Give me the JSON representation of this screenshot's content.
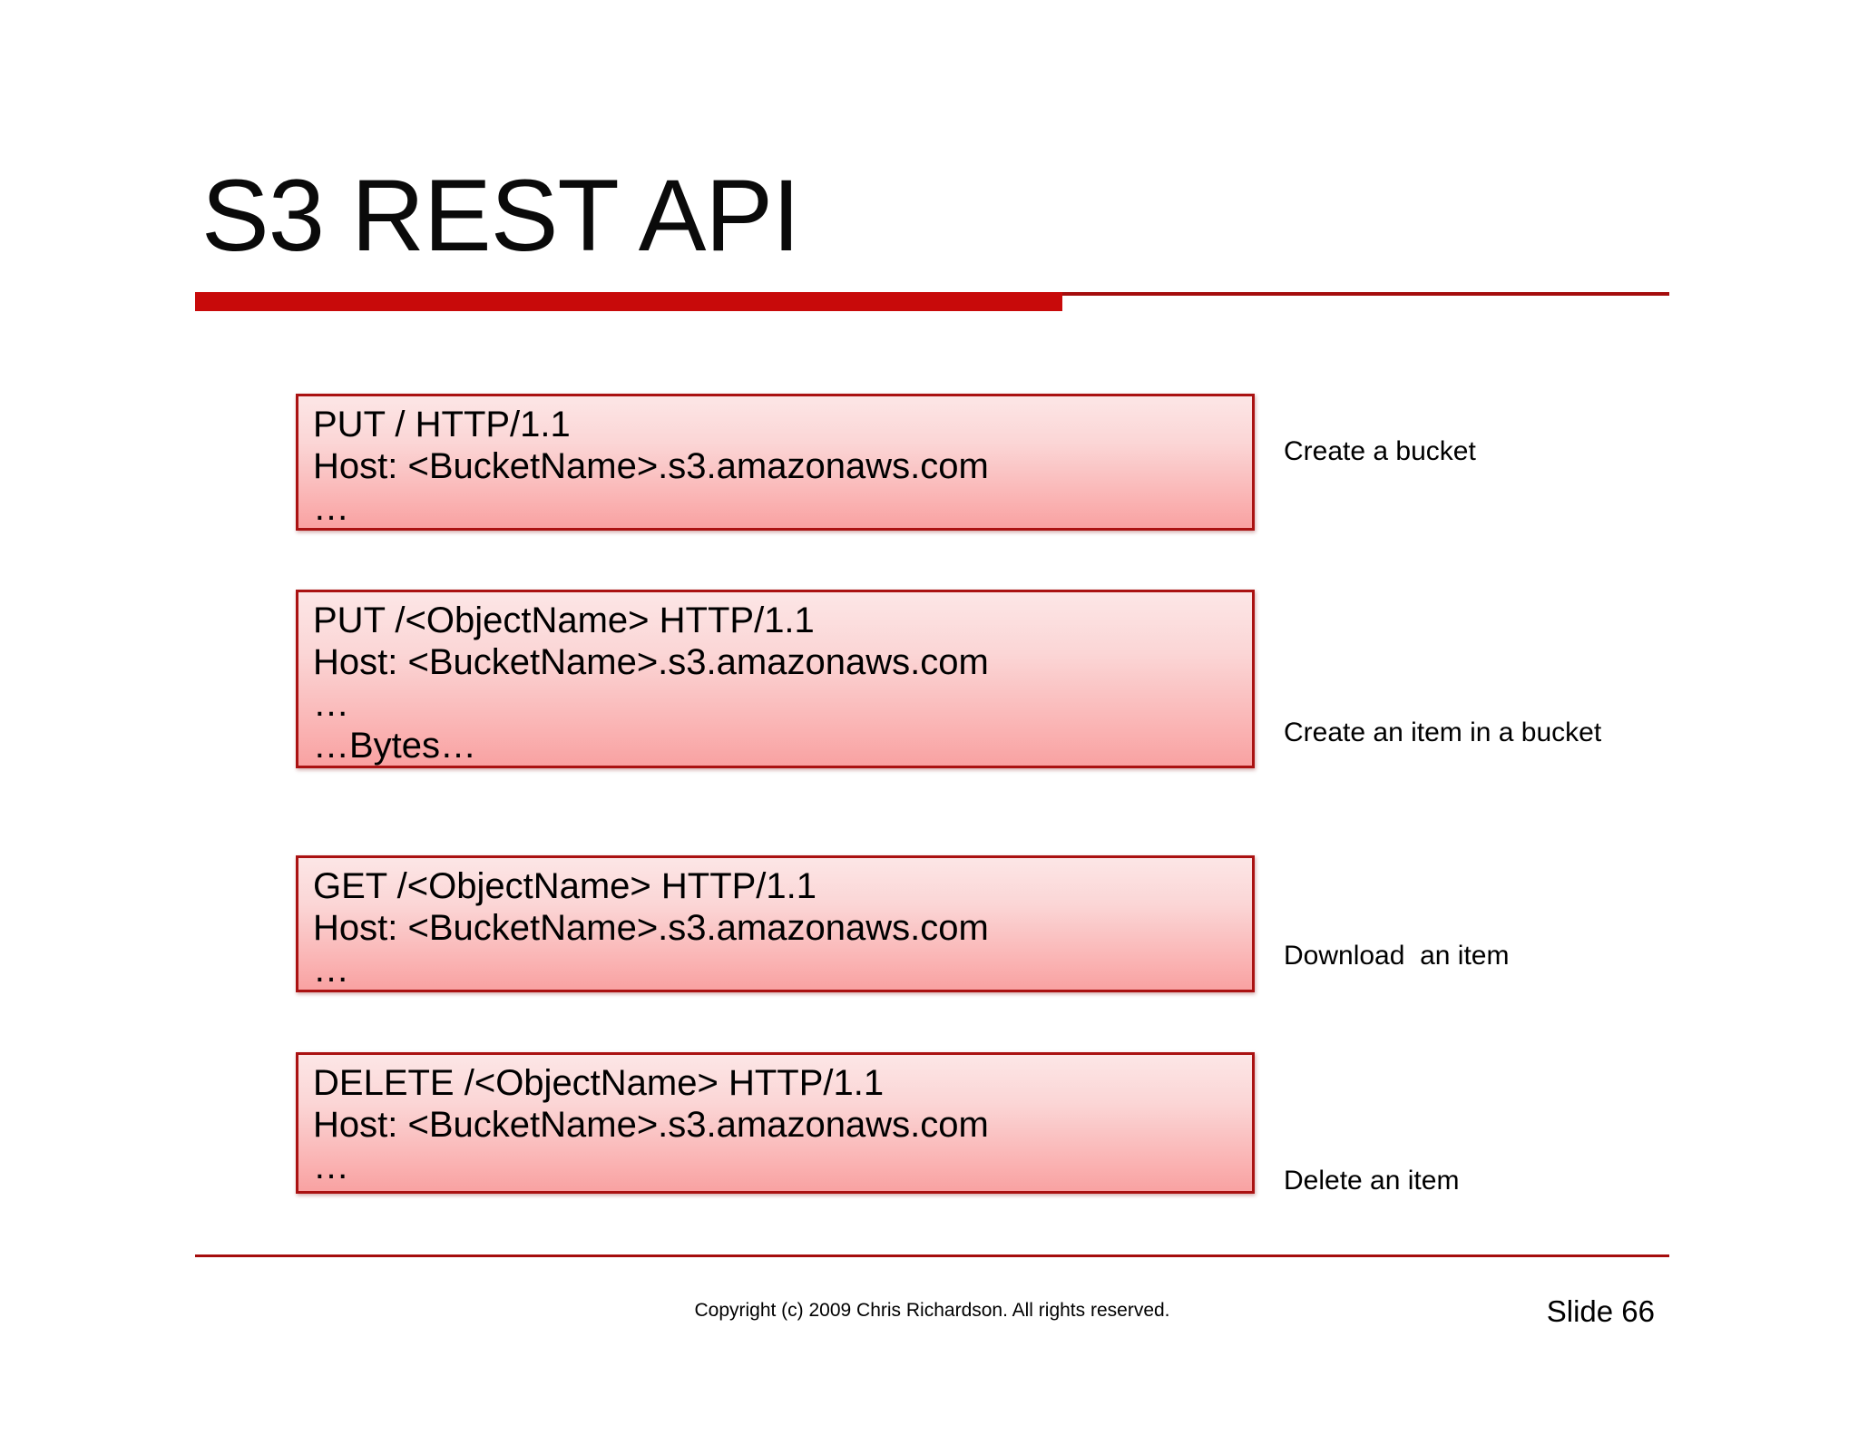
{
  "slide": {
    "title": "S3 REST API",
    "requests": [
      {
        "code": "PUT / HTTP/1.1\nHost: <BucketName>.s3.amazonaws.com\n…",
        "label": "Create a bucket"
      },
      {
        "code": "PUT /<ObjectName> HTTP/1.1\nHost: <BucketName>.s3.amazonaws.com\n…\n…Bytes…",
        "label": "Create an item in a bucket"
      },
      {
        "code": "GET /<ObjectName> HTTP/1.1\nHost: <BucketName>.s3.amazonaws.com\n…",
        "label": "Download  an item"
      },
      {
        "code": "DELETE /<ObjectName> HTTP/1.1\nHost: <BucketName>.s3.amazonaws.com\n…",
        "label": "Delete an item"
      }
    ],
    "footer": {
      "copyright": "Copyright (c) 2009 Chris Richardson. All rights reserved.",
      "slide_number": "Slide 66"
    },
    "colors": {
      "accent_red": "#c80a0a",
      "line_red": "#a50d0d",
      "box_border_red": "#aa1212",
      "box_gradient_top": "#fce6e6",
      "box_gradient_bottom": "#f9a2a2",
      "text": "#000000",
      "background": "#ffffff"
    }
  }
}
